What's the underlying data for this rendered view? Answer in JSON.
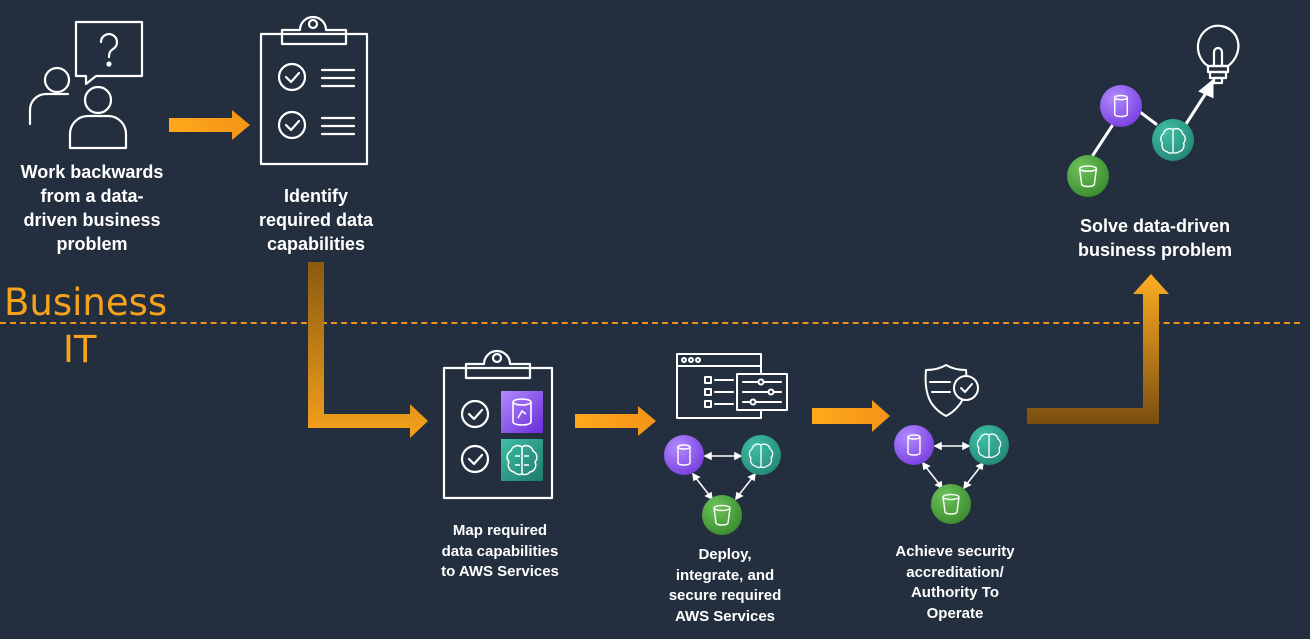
{
  "zones": {
    "business": "Business",
    "it": "IT"
  },
  "steps": [
    {
      "label": "Work backwards\nfrom a data-\ndriven business\nproblem",
      "icon": "people-question-icon"
    },
    {
      "label": "Identify\nrequired data\ncapabilities",
      "icon": "checklist-clipboard-icon"
    },
    {
      "label": "Map required\ndata capabilities\nto AWS Services",
      "icon": "service-mapping-clipboard-icon"
    },
    {
      "label": "Deploy,\nintegrate, and\nsecure required\nAWS Services",
      "icon": "configuration-window-icon"
    },
    {
      "label": "Achieve security\naccreditation/\nAuthority To\nOperate",
      "icon": "shield-check-icon"
    },
    {
      "label": "Solve data-driven\nbusiness problem",
      "icon": "lightbulb-icon"
    }
  ],
  "colors": {
    "background": "#232f3e",
    "accent": "#f7a21b",
    "database": "#8c4fff",
    "ml": "#2e9e8a",
    "storage": "#3f9d34"
  },
  "service_icons": {
    "database": "database-service-icon",
    "ml": "machine-learning-brain-icon",
    "storage": "storage-bucket-icon"
  }
}
